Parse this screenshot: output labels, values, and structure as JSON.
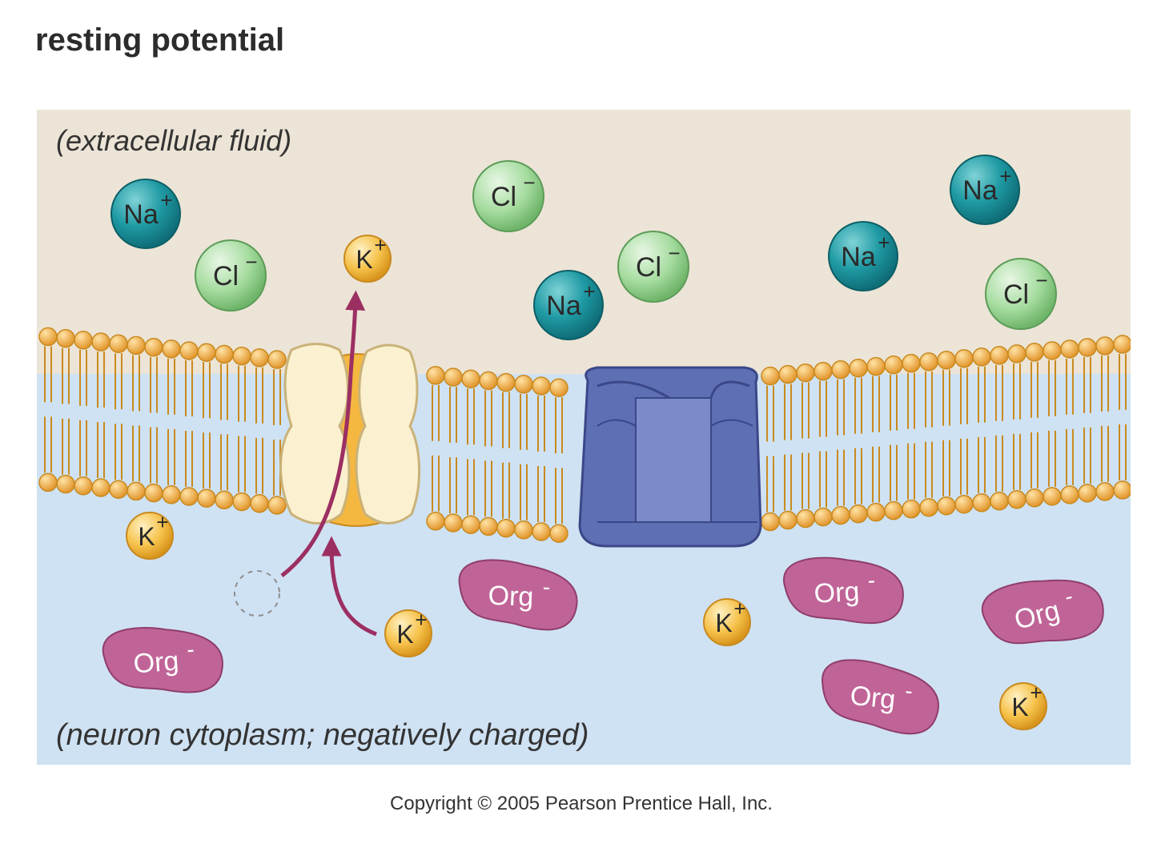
{
  "title": "resting potential",
  "regions": {
    "extracellular": "(extracellular fluid)",
    "cytoplasm": "(neuron cytoplasm; negatively charged)"
  },
  "ions": {
    "sodium": {
      "symbol": "Na",
      "charge": "+",
      "color": "#1f9aa4"
    },
    "chloride": {
      "symbol": "Cl",
      "charge": "−",
      "color": "#8fd08c"
    },
    "potassium": {
      "symbol": "K",
      "charge": "+",
      "color": "#f2b434"
    },
    "organic_anion": {
      "symbol": "Org",
      "charge": "-",
      "color": "#c06497"
    }
  },
  "colors": {
    "extracellular_bg": "#ece4d6",
    "cytoplasm_bg": "#cfe2f3",
    "lipid_head": "#f0b04a",
    "potassium_channel": "#fbf0cf",
    "sodium_potassium_pump": "#5e6fb3",
    "arrow": "#9c2f62"
  },
  "copyright": "Copyright © 2005 Pearson Prentice Hall, Inc."
}
